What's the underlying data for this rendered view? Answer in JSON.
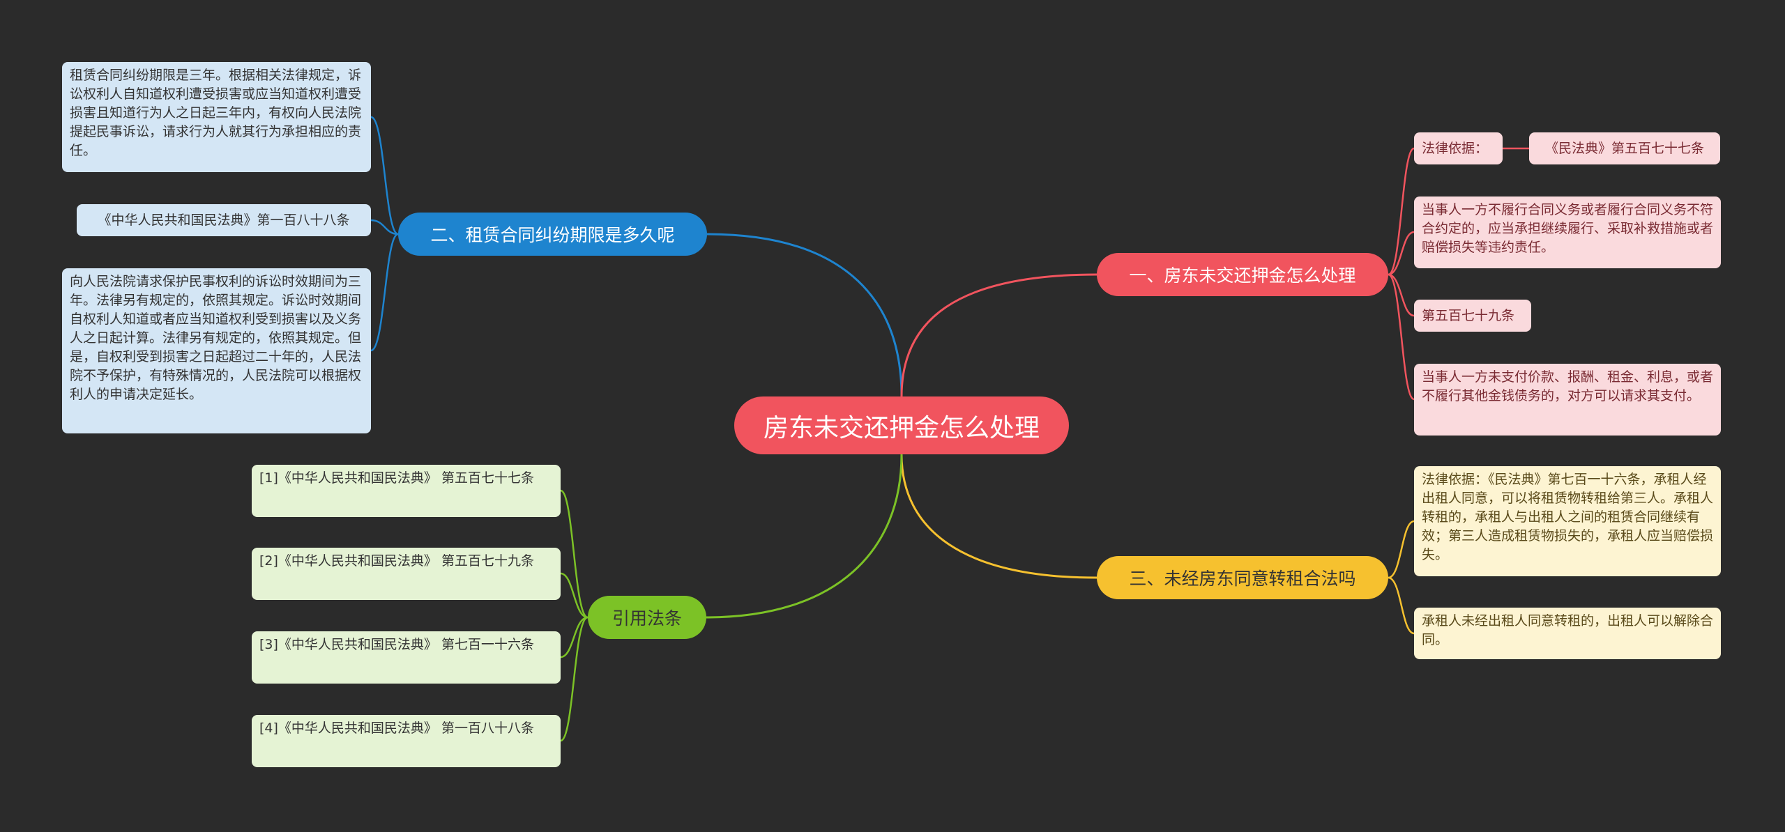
{
  "center": {
    "label": "房东未交还押金怎么处理"
  },
  "branches": {
    "rent_dispute": {
      "label": "二、租赁合同纠纷期限是多久呢",
      "color": "#1e84cf",
      "leaves": [
        "租赁合同纠纷期限是三年。根据相关法律规定，诉讼权利人自知道权利遭受损害或应当知道权利遭受损害且知道行为人之日起三年内，有权向人民法院提起民事诉讼，请求行为人就其行为承担相应的责任。",
        "《中华人民共和国民法典》第一百八十八条",
        "向人民法院请求保护民事权利的诉讼时效期间为三年。法律另有规定的，依照其规定。诉讼时效期间自权利人知道或者应当知道权利受到损害以及义务人之日起计算。法律另有规定的，依照其规定。但是，自权利受到损害之日起超过二十年的，人民法院不予保护，有特殊情况的，人民法院可以根据权利人的申请决定延长。"
      ]
    },
    "deposit": {
      "label": "一、房东未交还押金怎么处理",
      "color": "#f1545e",
      "legal_basis_label": "法律依据：",
      "legal_basis_value": "《民法典》第五百七十七条",
      "leaves": [
        "当事人一方不履行合同义务或者履行合同义务不符合约定的，应当承担继续履行、采取补救措施或者赔偿损失等违约责任。",
        "第五百七十九条",
        "当事人一方未支付价款、报酬、租金、利息，或者不履行其他金钱债务的，对方可以请求其支付。"
      ]
    },
    "sublet": {
      "label": "三、未经房东同意转租合法吗",
      "color": "#f6c12f",
      "leaves": [
        "法律依据：《民法典》第七百一十六条，承租人经出租人同意，可以将租赁物转租给第三人。承租人转租的，承租人与出租人之间的租赁合同继续有效；第三人造成租赁物损失的，承租人应当赔偿损失。",
        "承租人未经出租人同意转租的，出租人可以解除合同。"
      ]
    },
    "citations": {
      "label": "引用法条",
      "color": "#7cc226",
      "leaves": [
        "[1]《中华人民共和国民法典》 第五百七十七条",
        "[2]《中华人民共和国民法典》 第五百七十九条",
        "[3]《中华人民共和国民法典》 第七百一十六条",
        "[4]《中华人民共和国民法典》 第一百八十八条"
      ]
    }
  }
}
